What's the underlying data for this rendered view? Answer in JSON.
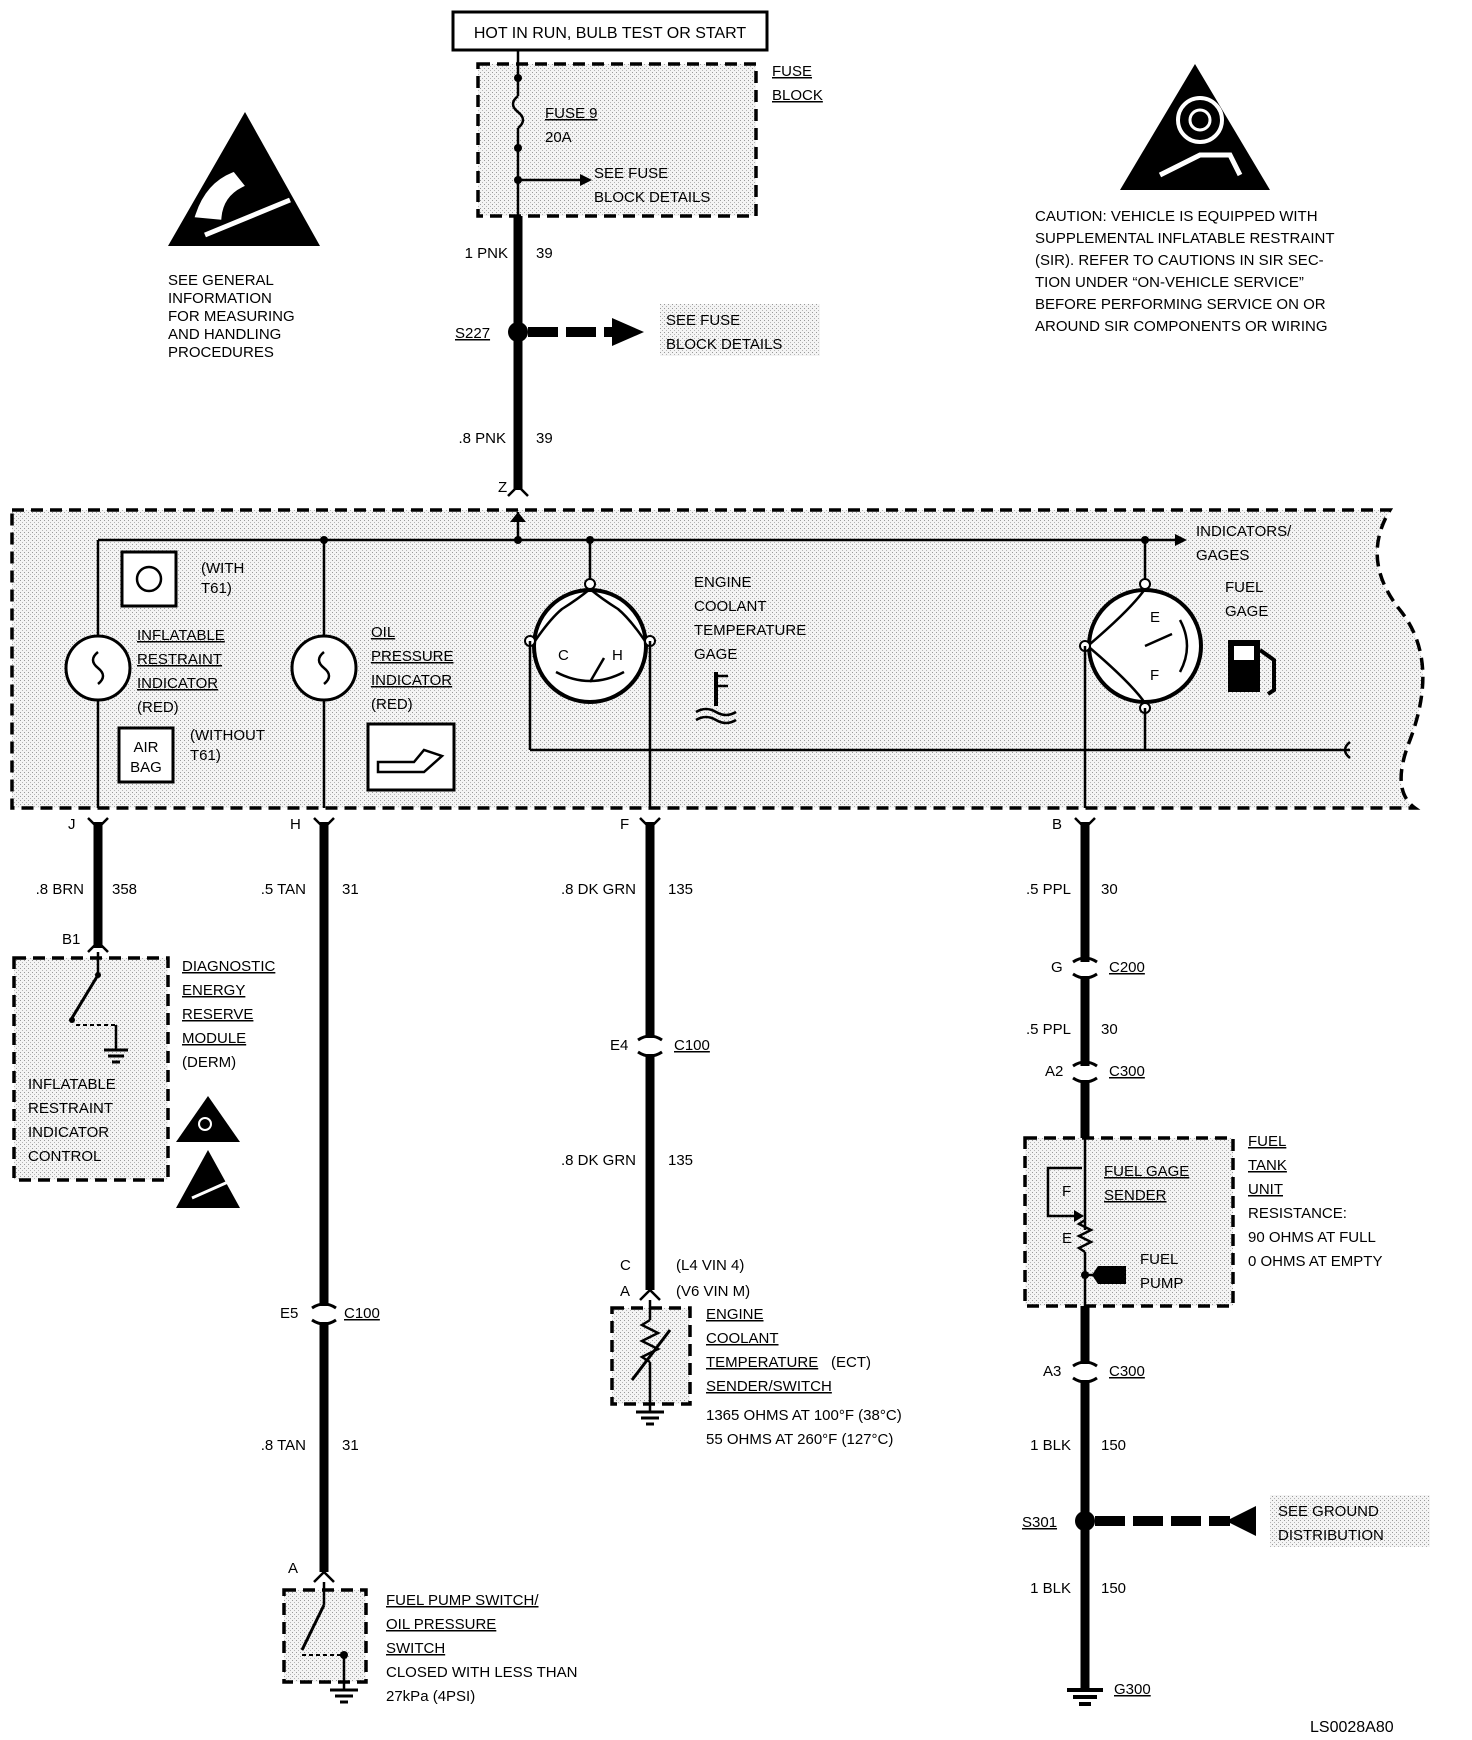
{
  "power_source": "HOT IN RUN, BULB TEST OR START",
  "fuse_block": {
    "title1": "FUSE",
    "title2": "BLOCK",
    "fuse_name": "FUSE 9",
    "fuse_rating": "20A",
    "see1": "SEE FUSE",
    "see2": "BLOCK DETAILS"
  },
  "esd_note": [
    "SEE GENERAL",
    "INFORMATION",
    "FOR MEASURING",
    "AND HANDLING",
    "PROCEDURES"
  ],
  "caution": [
    "CAUTION: VEHICLE IS EQUIPPED WITH",
    "SUPPLEMENTAL INFLATABLE RESTRAINT",
    "(SIR). REFER TO CAUTIONS IN SIR SEC-",
    "TION UNDER “ON-VEHICLE SERVICE”",
    "BEFORE PERFORMING SERVICE ON OR",
    "AROUND SIR COMPONENTS OR WIRING"
  ],
  "wires": {
    "w1": {
      "size": "1 PNK",
      "circuit": "39"
    },
    "w2": {
      "size": ".8 PNK",
      "circuit": "39"
    },
    "w_j": {
      "size": ".8 BRN",
      "circuit": "358"
    },
    "w_h": {
      "size": ".5 TAN",
      "circuit": "31"
    },
    "w_h2": {
      "size": ".8 TAN",
      "circuit": "31"
    },
    "w_f": {
      "size": ".8 DK GRN",
      "circuit": "135"
    },
    "w_f2": {
      "size": ".8 DK GRN",
      "circuit": "135"
    },
    "w_b": {
      "size": ".5 PPL",
      "circuit": "30"
    },
    "w_b2": {
      "size": ".5 PPL",
      "circuit": "30"
    },
    "w_blk1": {
      "size": "1 BLK",
      "circuit": "150"
    },
    "w_blk2": {
      "size": "1 BLK",
      "circuit": "150"
    }
  },
  "splices": {
    "s227": "S227",
    "s227_see1": "SEE FUSE",
    "s227_see2": "BLOCK DETAILS",
    "s301": "S301",
    "s301_see1": "SEE GROUND",
    "s301_see2": "DISTRIBUTION"
  },
  "cluster": {
    "pin_z": "Z",
    "pin_j": "J",
    "pin_h": "H",
    "pin_f": "F",
    "pin_b": "B",
    "indicators1": "INDICATORS/",
    "indicators2": "GAGES",
    "with1": "(WITH",
    "with2": "T61)",
    "without1": "(WITHOUT",
    "without2": "T61)",
    "airbag1": "AIR",
    "airbag2": "BAG",
    "ir1": "INFLATABLE",
    "ir2": "RESTRAINT",
    "ir3": "INDICATOR",
    "ir4": "(RED)",
    "op1": "OIL",
    "op2": "PRESSURE",
    "op3": "INDICATOR",
    "op4": "(RED)",
    "ect1": "ENGINE",
    "ect2": "COOLANT",
    "ect3": "TEMPERATURE",
    "ect4": "GAGE",
    "fg1": "FUEL",
    "fg2": "GAGE",
    "gauge_c": "C",
    "gauge_h": "H",
    "gauge_e": "E",
    "gauge_f": "F"
  },
  "connectors": {
    "b1": "B1",
    "e5": "E5",
    "c100a": "C100",
    "e4": "E4",
    "c100b": "C100",
    "g": "G",
    "c200": "C200",
    "a2": "A2",
    "c300a": "C300",
    "a3": "A3",
    "c300b": "C300",
    "pin_c": "C",
    "pin_c_note": "(L4 VIN 4)",
    "pin_a": "A",
    "pin_a_note": "(V6 VIN M)",
    "pin_a2": "A",
    "g300": "G300"
  },
  "derm": {
    "t1": "DIAGNOSTIC",
    "t2": "ENERGY",
    "t3": "RESERVE",
    "t4": "MODULE",
    "t5": "(DERM)",
    "c1": "INFLATABLE",
    "c2": "RESTRAINT",
    "c3": "INDICATOR",
    "c4": "CONTROL"
  },
  "ect_sender": {
    "t1": "ENGINE",
    "t2": "COOLANT",
    "t3": "TEMPERATURE",
    "t3b": "(ECT)",
    "t4": "SENDER/SWITCH",
    "r1": "1365 OHMS AT 100°F (38°C)",
    "r2": "55 OHMS AT 260°F (127°C)"
  },
  "fuel_tank": {
    "t1": "FUEL",
    "t2": "TANK",
    "t3": "UNIT",
    "r1": "RESISTANCE:",
    "r2": "90 OHMS AT FULL",
    "r3": "0 OHMS AT EMPTY",
    "s1": "FUEL GAGE",
    "s2": "SENDER",
    "p1": "FUEL",
    "p2": "PUMP",
    "f": "F",
    "e": "E"
  },
  "oil_switch": {
    "t1": "FUEL PUMP SWITCH/",
    "t2": "OIL PRESSURE",
    "t3": "SWITCH",
    "n1": "CLOSED WITH LESS THAN",
    "n2": "27kPa (4PSI)"
  },
  "figure_id": "LS0028A80"
}
